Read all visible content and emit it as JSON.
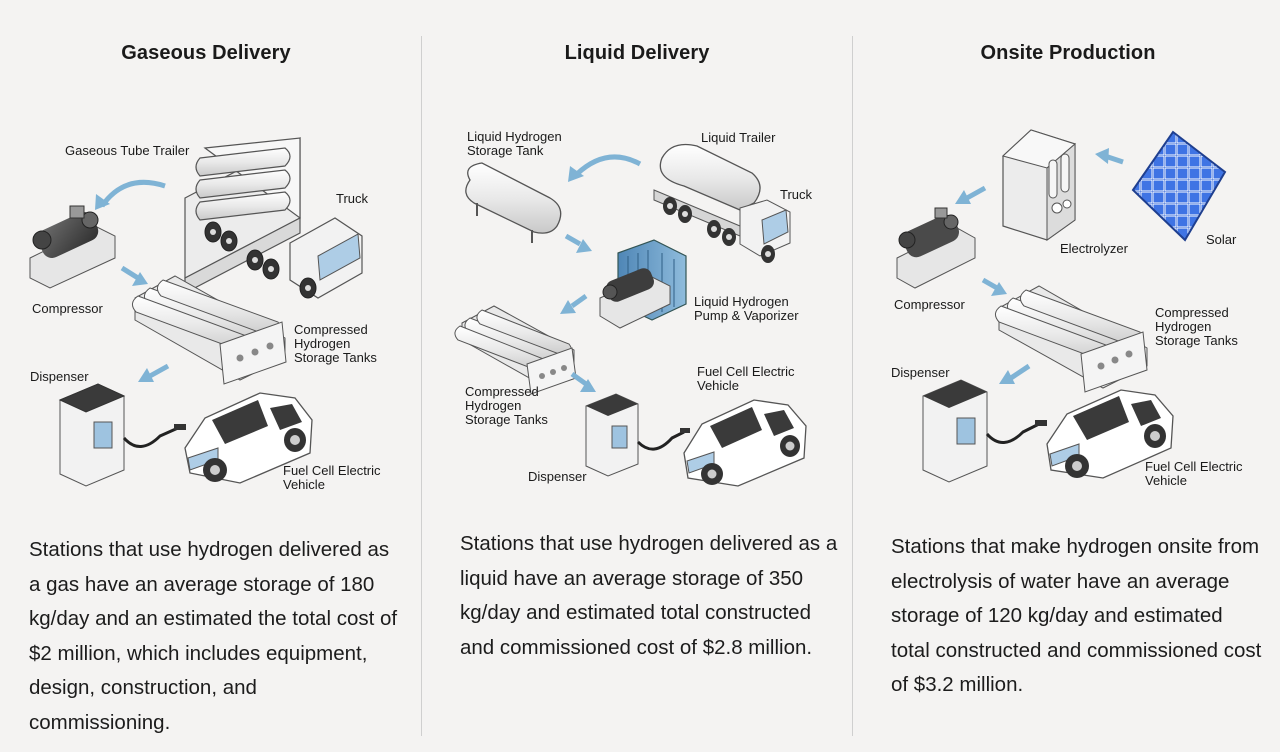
{
  "columns": [
    {
      "title": "Gaseous Delivery",
      "labels": {
        "tube_trailer": "Gaseous Tube Trailer",
        "truck": "Truck",
        "compressor": "Compressor",
        "storage_1": "Compressed",
        "storage_2": "Hydrogen",
        "storage_3": "Storage Tanks",
        "dispenser": "Dispenser",
        "vehicle_1": "Fuel Cell Electric",
        "vehicle_2": "Vehicle"
      },
      "description": "Stations that use hydrogen delivered as a gas have an average storage of 180 kg/day and an estimated the total cost of $2 million, which includes equipment, design, construction, and commissioning."
    },
    {
      "title": "Liquid Delivery",
      "labels": {
        "tank_1": "Liquid Hydrogen",
        "tank_2": "Storage Tank",
        "trailer": "Liquid Trailer",
        "truck": "Truck",
        "pump_1": "Liquid Hydrogen",
        "pump_2": "Pump & Vaporizer",
        "storage_1": "Compressed",
        "storage_2": "Hydrogen",
        "storage_3": "Storage Tanks",
        "vehicle_1": "Fuel Cell Electric",
        "vehicle_2": "Vehicle",
        "dispenser": "Dispenser"
      },
      "description": "Stations that use hydrogen delivered as a liquid have an average storage of 350 kg/day and estimated total constructed and commissioned cost of $2.8 million."
    },
    {
      "title": "Onsite Production",
      "labels": {
        "electrolyzer": "Electrolyzer",
        "solar": "Solar",
        "compressor": "Compressor",
        "storage_1": "Compressed",
        "storage_2": "Hydrogen",
        "storage_3": "Storage Tanks",
        "dispenser": "Dispenser",
        "vehicle_1": "Fuel Cell Electric",
        "vehicle_2": "Vehicle"
      },
      "description": "Stations that make hydrogen onsite from electrolysis of water have an average storage of 120 kg/day and estimated total constructed and commissioned cost of $3.2 million."
    }
  ],
  "colors": {
    "background": "#f4f3f2",
    "arrow": "#7fb3d5",
    "accent_blue": "#2f63d6",
    "outline": "#555555"
  }
}
